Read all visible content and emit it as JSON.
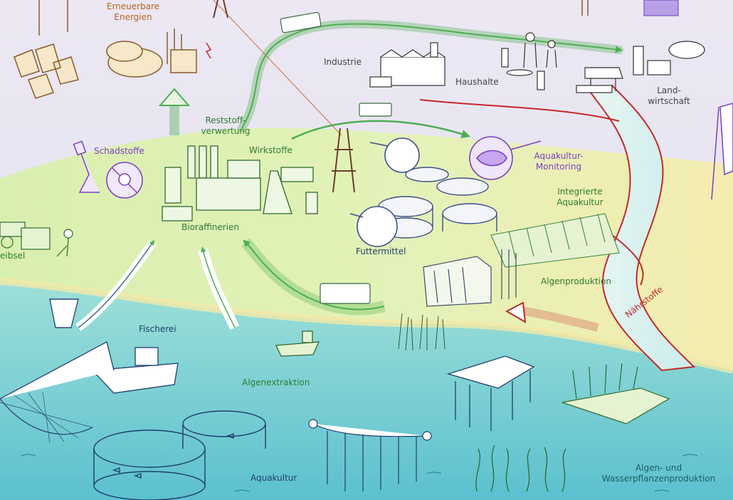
{
  "labels": {
    "erneuerbare_energien": "Erneuerbare\nEnergien",
    "industrie": "Industrie",
    "haushalte": "Haushalte",
    "landwirtschaft": "Land-\nwirtschaft",
    "reststoffverwertung": "Reststoff-\nverwertung",
    "wirkstoffe": "Wirkstoffe",
    "schadstoffe": "Schadstoffe",
    "aquakultur_monitoring": "Aquakultur-\nMonitoring",
    "integrierte_aquakultur": "Integrierte\nAquakultur",
    "bioraffinerien": "Bioraffinerien",
    "futtermittel": "Futtermittel",
    "algenproduktion": "Algenproduktion",
    "naehrstoffe": "Nährstoffe",
    "treibsel": "eibsel",
    "fischerei": "Fischerei",
    "algenextraktion": "Algenextraktion",
    "aquakultur": "Aquakultur",
    "algen_wasserpflanzen": "Algen- und\nWasserpflanzenproduktion"
  },
  "colors": {
    "sky": "#e7e3f0",
    "land_green": "#dcefb0",
    "land_yellow": "#f4ecb4",
    "water": "#7fd3d6",
    "deep_water": "#4fb5c8",
    "arrow_green": "#4caf50",
    "arrow_red": "#c62828",
    "label_orange": "#b5651d",
    "label_purple": "#7b3fc4",
    "label_green": "#2e7d32",
    "label_blue": "#1f3f6e"
  }
}
